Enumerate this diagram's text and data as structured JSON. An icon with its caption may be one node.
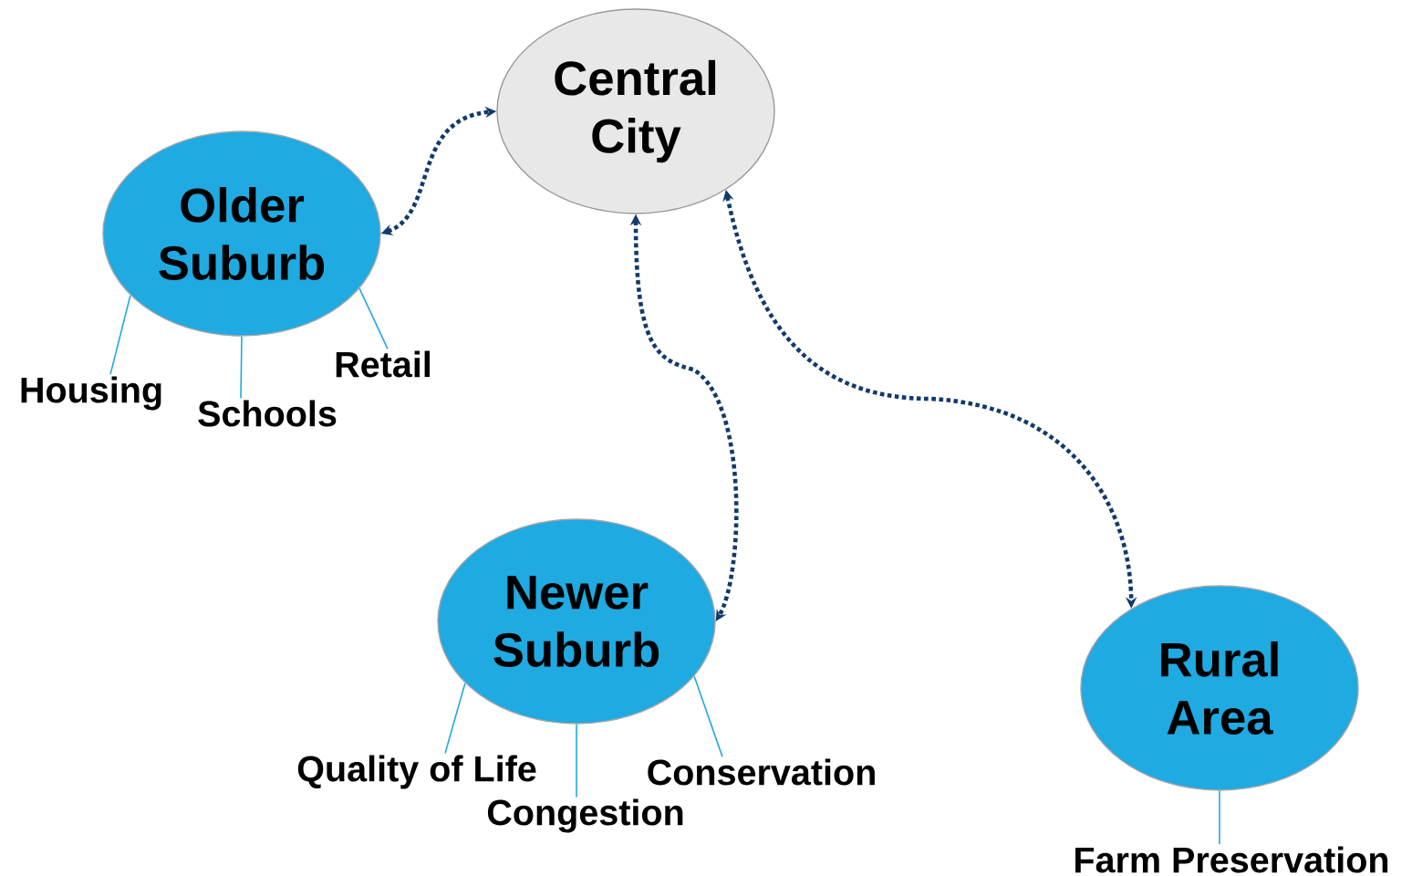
{
  "diagram": {
    "nodes": [
      {
        "text": [
          "Central City"
        ]
      },
      {
        "text": [
          "Older Suburb"
        ]
      },
      {
        "text": [
          "Newer Suburb"
        ]
      },
      {
        "text": [
          "Rural Area"
        ]
      },
      {
        "text": [
          "Housing"
        ]
      },
      {
        "text": [
          "Schools"
        ]
      },
      {
        "text": [
          "Retail"
        ]
      },
      {
        "text": [
          "Quality of Life"
        ]
      },
      {
        "text": [
          "Congestion"
        ]
      },
      {
        "text": [
          "Conservation"
        ]
      },
      {
        "text": [
          "Farm Preservation"
        ]
      }
    ],
    "edges": [
      {
        "from": 1,
        "to": 0,
        "arrow": "both",
        "style": "dashed",
        "color": "#123a6b"
      },
      {
        "from": 0,
        "to": 2,
        "arrow": "both",
        "style": "dashed",
        "color": "#123a6b"
      },
      {
        "from": 0,
        "to": 3,
        "arrow": "both",
        "style": "dashed",
        "color": "#123a6b"
      },
      {
        "from": 4,
        "to": 1,
        "arrow": "none"
      },
      {
        "from": 5,
        "to": 1,
        "arrow": "none"
      },
      {
        "from": 6,
        "to": 1,
        "arrow": "none"
      },
      {
        "from": 7,
        "to": 2,
        "arrow": "none"
      },
      {
        "from": 8,
        "to": 2,
        "arrow": "none"
      },
      {
        "from": 9,
        "to": 2,
        "arrow": "none"
      },
      {
        "from": 10,
        "to": 3,
        "arrow": "none"
      }
    ]
  }
}
